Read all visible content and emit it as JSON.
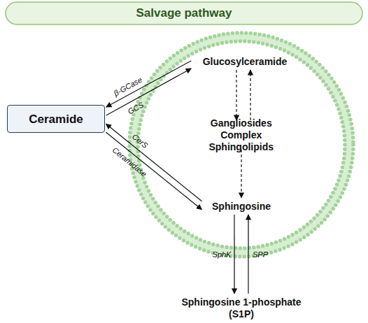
{
  "diagram": {
    "title": "Salvage pathway",
    "nodes": [
      {
        "text": [
          "Glucosylceramide"
        ]
      },
      {
        "text": [
          "Ceramide"
        ]
      },
      {
        "text": [
          "Gangliosides Complex Sphingolipids"
        ]
      },
      {
        "text": [
          "Sphingosine"
        ]
      },
      {
        "text": [
          "Sphingosine 1-phosphate (S1P)"
        ]
      }
    ],
    "edges": [
      {
        "from": 0,
        "to": 1,
        "arrow": "to",
        "label": "β-GCase"
      },
      {
        "from": 1,
        "to": 0,
        "arrow": "to",
        "label": "GCS"
      },
      {
        "from": 3,
        "to": 1,
        "arrow": "to",
        "label": "CerS"
      },
      {
        "from": 1,
        "to": 3,
        "arrow": "to",
        "label": "Ceramidase"
      },
      {
        "from": 0,
        "to": 2,
        "arrow": "to"
      },
      {
        "from": 2,
        "to": 0,
        "arrow": "to"
      },
      {
        "from": 2,
        "to": 3,
        "arrow": "to"
      },
      {
        "from": 3,
        "to": 4,
        "arrow": "to",
        "label": "SphK"
      },
      {
        "from": 4,
        "to": 3,
        "arrow": "to",
        "label": "SPP"
      }
    ]
  }
}
